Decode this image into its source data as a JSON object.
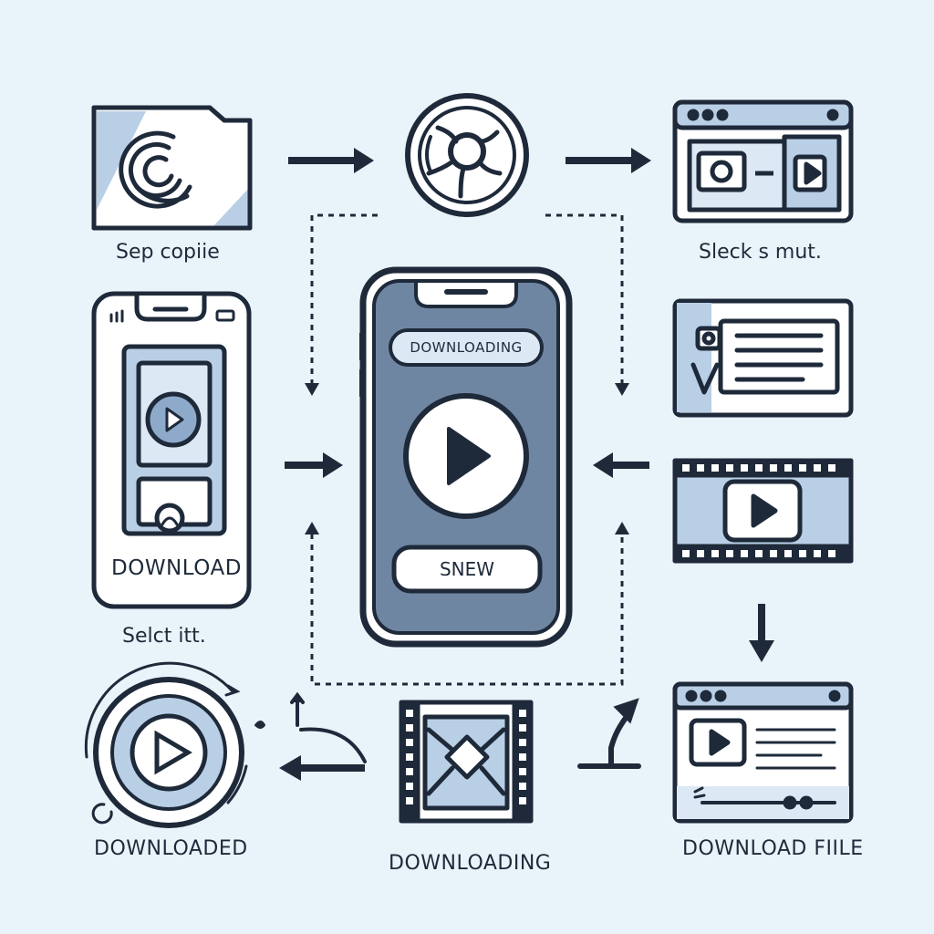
{
  "colors": {
    "background": "#e9f3fa",
    "outline": "#1e2a3a",
    "accent_light": "#b9cfe6",
    "accent_mid": "#8eaacb",
    "phone_screen": "#6f86a3",
    "white": "#ffffff"
  },
  "labels": {
    "top_left": "Sep copiie",
    "top_right": "Sleck s mut.",
    "left_phone_caption": "Download",
    "left_select": "Selct itt.",
    "bottom_left": "Downloaded",
    "bottom_center": "Downloading",
    "bottom_right": "Download fiile"
  },
  "center_phone": {
    "status_pill": "Downloading",
    "action_button": "Snew"
  },
  "icons": [
    "fingerprint-folder-icon",
    "film-reel-icon",
    "browser-video-icon",
    "phone-video-icon",
    "center-phone-icon",
    "play-button-icon",
    "link-card-icon",
    "film-strip-icon",
    "circular-play-icon",
    "filmstrip-download-icon",
    "web-player-icon"
  ]
}
